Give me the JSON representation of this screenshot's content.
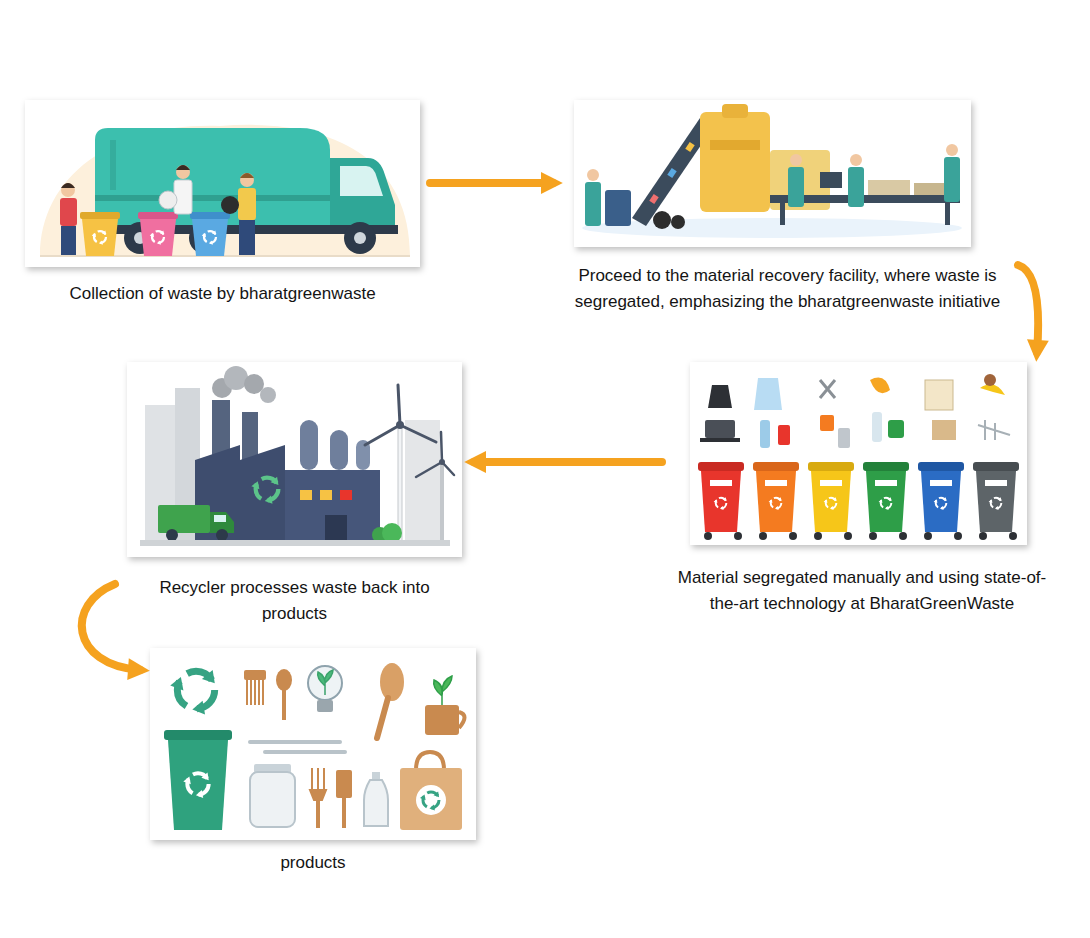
{
  "diagram": {
    "nodes": [
      {
        "text": [
          "Collection of waste by bharatgreenwaste"
        ]
      },
      {
        "text": [
          "Proceed to the material recovery facility, where waste is segregated, emphasizing the bharatgreenwaste initiative"
        ]
      },
      {
        "text": [
          "Material segregated manually and using state-of-the-art technology at BharatGreenWaste"
        ]
      },
      {
        "text": [
          "Recycler processes waste back into products"
        ]
      },
      {
        "text": [
          "products"
        ]
      }
    ],
    "edges": [
      {
        "from": 0,
        "to": 1,
        "arrow": "to"
      },
      {
        "from": 1,
        "to": 2,
        "arrow": "to"
      },
      {
        "from": 2,
        "to": 3,
        "arrow": "to"
      },
      {
        "from": 3,
        "to": 4,
        "arrow": "to"
      }
    ]
  }
}
